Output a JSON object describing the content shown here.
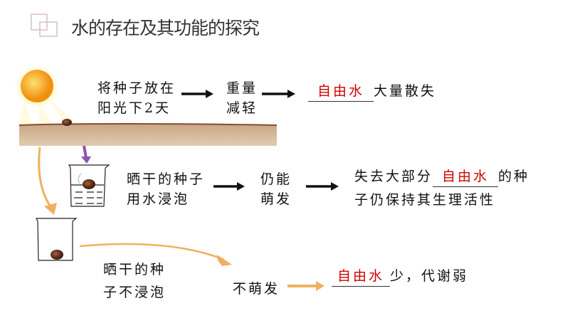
{
  "title": "水的存在及其功能的探究",
  "colors": {
    "answer": "#d00000",
    "orange_arrow": "#f0b060",
    "purple_arrow": "#9050b0",
    "soil": "#d9bfa0"
  },
  "row1": {
    "step": [
      "将种子放在",
      "阳光下2天"
    ],
    "result": [
      "重量",
      "减轻"
    ],
    "answer": "自由水",
    "suffix": "大量散失"
  },
  "row2": {
    "step": [
      "晒干的种子",
      "用水浸泡"
    ],
    "result": [
      "仍能",
      "萌发"
    ],
    "prefix": "失去大部分",
    "answer": "自由水",
    "suffix": "的种",
    "line2": "子仍保持其生理活性"
  },
  "row3": {
    "step": [
      "晒干的种",
      "子不浸泡"
    ],
    "result": "不萌发",
    "answer": "自由水",
    "suffix": "少，代谢弱"
  }
}
